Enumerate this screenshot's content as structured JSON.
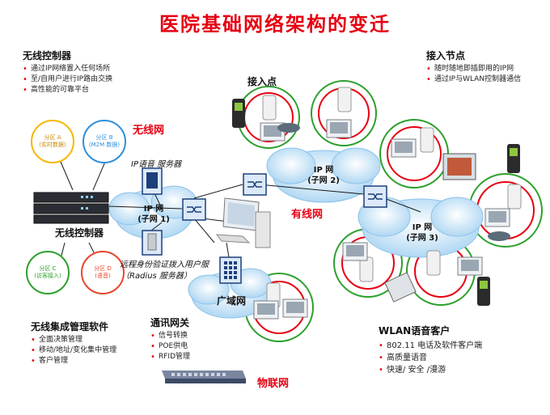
{
  "title": "医院基础网络架构的变迁",
  "wireless_controller_section": {
    "heading": "无线控制器",
    "bullets": [
      "通过IP网络置入任何场所",
      "至/自用户进行IP路由交换",
      "高性能的可靠平台"
    ]
  },
  "access_node_section": {
    "heading": "接入节点",
    "bullets": [
      "随时随地即插即用的IP网",
      "通过IP与WLAN控制器通信"
    ]
  },
  "labels": {
    "access_point": "接入点",
    "wireless_net": "无线网",
    "wired_net": "有线网",
    "iot_net": "物联网",
    "wireless_controller": "无线控制器",
    "wan": "广域网",
    "ip_voice_server": "IP语音 服务器",
    "radius_line1": "远程身份验证拨入用户服",
    "radius_line2": "（Radius 服务器）"
  },
  "ip_networks": [
    {
      "line1": "IP 网",
      "line2": "(子网 1)"
    },
    {
      "line1": "IP 网",
      "line2": "(子网 2)"
    },
    {
      "line1": "IP 网",
      "line2": "(子网 3)"
    }
  ],
  "zones": [
    {
      "line1": "分区 A",
      "line2": "(实时数据)",
      "color": "#f5b800"
    },
    {
      "line1": "分区 B",
      "line2": "(M2M 数据)",
      "color": "#2f8fd8"
    },
    {
      "line1": "分区 C",
      "line2": "(访客接入)",
      "color": "#2ca02c"
    },
    {
      "line1": "分区 D",
      "line2": "(语音)",
      "color": "#e8452c"
    }
  ],
  "management_section": {
    "heading": "无线集成管理软件",
    "bullets": [
      "全面决策管理",
      "移动/地址/变化集中管理",
      "客户管理"
    ]
  },
  "gateway_section": {
    "heading": "通讯网关",
    "bullets": [
      "信号转换",
      "POE供电",
      "RFID管理"
    ]
  },
  "wlan_section": {
    "heading": "WLAN语音客户",
    "bullets": [
      "802.11 电话及软件客户端",
      "高质量语音",
      "快速/ 安全 /漫游"
    ]
  },
  "colors": {
    "title_red": "#e60012",
    "cloud_blue": "#bfe0f7",
    "ring_green": "#2ca02c",
    "ring_red": "#e60012"
  }
}
